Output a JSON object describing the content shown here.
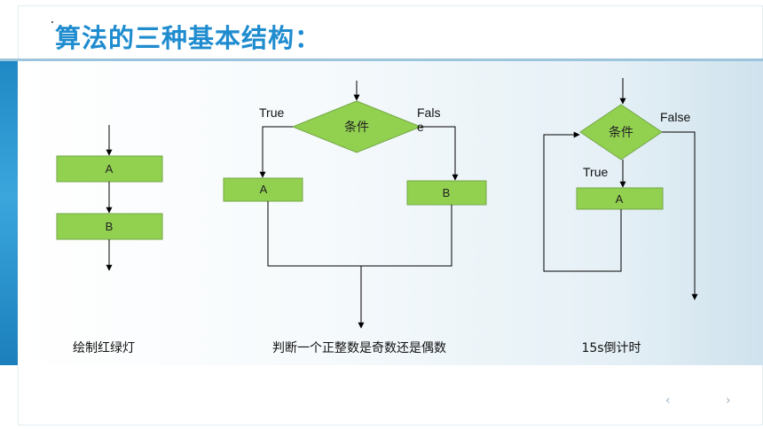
{
  "title": "算法的三种基本结构：",
  "structures": {
    "sequence": {
      "box_a": "A",
      "box_b": "B",
      "caption": "绘制红绿灯"
    },
    "selection": {
      "condition": "条件",
      "true_label": "True",
      "false_label_line1": "Fals",
      "false_label_line2": "e",
      "box_a": "A",
      "box_b": "B",
      "caption": "判断一个正整数是奇数还是偶数"
    },
    "loop": {
      "condition": "条件",
      "true_label": "True",
      "false_label": "False",
      "box_a": "A",
      "caption": "15s倒计时"
    }
  },
  "nav": {
    "prev": "‹",
    "next": "›"
  },
  "colors": {
    "box_fill": "#92d050",
    "box_stroke": "#74a847",
    "title": "#1f8ccf",
    "line": "#000000"
  }
}
